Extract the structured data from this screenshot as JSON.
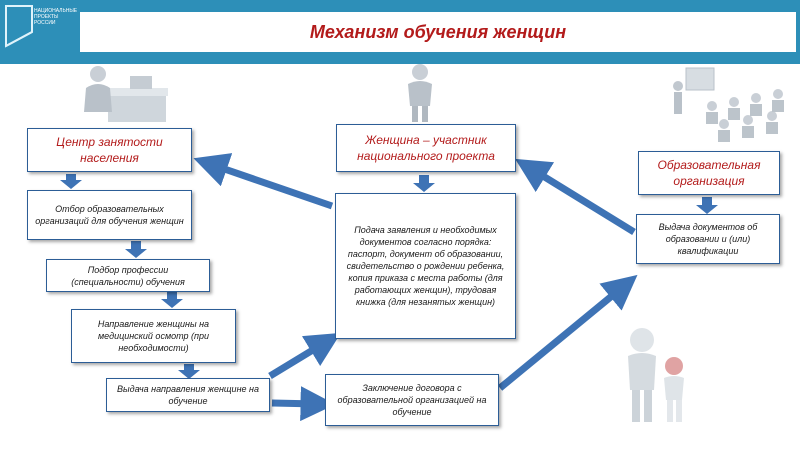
{
  "title": "Механизм обучения женщин",
  "logo_text": "НАЦИОНАЛЬНЫЕ ПРОЕКТЫ РОССИИ",
  "nodes": {
    "employment_center": "Центр занятости населения",
    "woman": "Женщина – участник национального проекта",
    "education_org": "Образовательная организация",
    "select_orgs": "Отбор образовательных организаций для обучения женщин",
    "select_profession": "Подбор профессии (специальности) обучения",
    "medical": "Направление женщины на медицинский осмотр (при необходимости)",
    "issue_direction": "Выдача направления женщине на обучение",
    "application": "Подача заявления и необходимых документов согласно порядка: паспорт, документ об образовании, свидетельство о рождении ребенка, копия приказа с места работы (для работающих женщин), трудовая книжка (для незанятых женщин)",
    "contract": "Заключение договора с образовательной организацией на обучение",
    "issue_docs": "Выдача документов об образовании и (или) квалификации"
  },
  "colors": {
    "header": "#2d8fb8",
    "title": "#b31b1b",
    "border": "#2c5d96",
    "arrow": "#3e73b5"
  }
}
